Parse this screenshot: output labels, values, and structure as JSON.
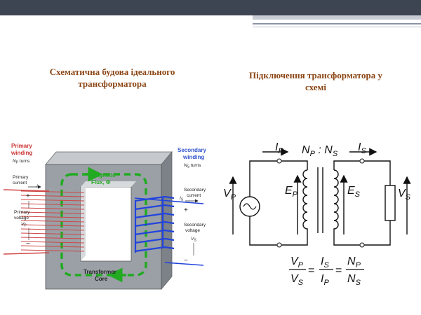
{
  "slide": {
    "left_title_line1": "Схематична будова ідеального",
    "left_title_line2": "трансформатора",
    "right_title_line1": "Підключення трансформатора у",
    "right_title_line2": "схемі"
  },
  "colors": {
    "title": "#8B4513",
    "header_bar": "#3d4452",
    "primary_label": "#cc3333",
    "secondary_label": "#3355cc",
    "flux": "#22aa22",
    "core": "#9aa0a6"
  },
  "left_diagram": {
    "primary_title": "Primary",
    "primary_title2": "winding",
    "primary_turns": "N",
    "primary_turns_sub": "P",
    "primary_turns_suffix": " turns",
    "primary_current": "Primary",
    "primary_current2": "current",
    "primary_current_symbol": "I",
    "primary_current_sub": "P",
    "primary_voltage": "Primary",
    "primary_voltage2": "voltage",
    "primary_voltage_symbol": "V",
    "primary_voltage_sub": "P",
    "plus": "+",
    "minus": "−",
    "flux_label": "Magnetic",
    "flux_label2": "Flux, Φ",
    "secondary_title": "Secondary",
    "secondary_title2": "winding",
    "secondary_turns": "N",
    "secondary_turns_sub": "S",
    "secondary_turns_suffix": " turns",
    "secondary_current": "Secondary",
    "secondary_current2": "current",
    "secondary_current_symbol": "I",
    "secondary_current_sub": "S",
    "secondary_voltage": "Secondary",
    "secondary_voltage2": "voltage",
    "secondary_voltage_symbol": "V",
    "secondary_voltage_sub": "S",
    "core_label": "Transformer",
    "core_label2": "Core"
  },
  "right_diagram": {
    "ip": "I",
    "ip_sub": "P",
    "is": "I",
    "is_sub": "S",
    "ratio_np": "N",
    "ratio_np_sub": "P",
    "ratio_colon": " : ",
    "ratio_ns": "N",
    "ratio_ns_sub": "S",
    "vp": "V",
    "vp_sub": "P",
    "ep": "E",
    "ep_sub": "P",
    "es": "E",
    "es_sub": "S",
    "vs": "V",
    "vs_sub": "S"
  },
  "formula": {
    "f1_num": "V",
    "f1_num_sub": "P",
    "f1_den": "V",
    "f1_den_sub": "S",
    "f2_num": "I",
    "f2_num_sub": "S",
    "f2_den": "I",
    "f2_den_sub": "P",
    "f3_num": "N",
    "f3_num_sub": "P",
    "f3_den": "N",
    "f3_den_sub": "S",
    "eq": "="
  }
}
